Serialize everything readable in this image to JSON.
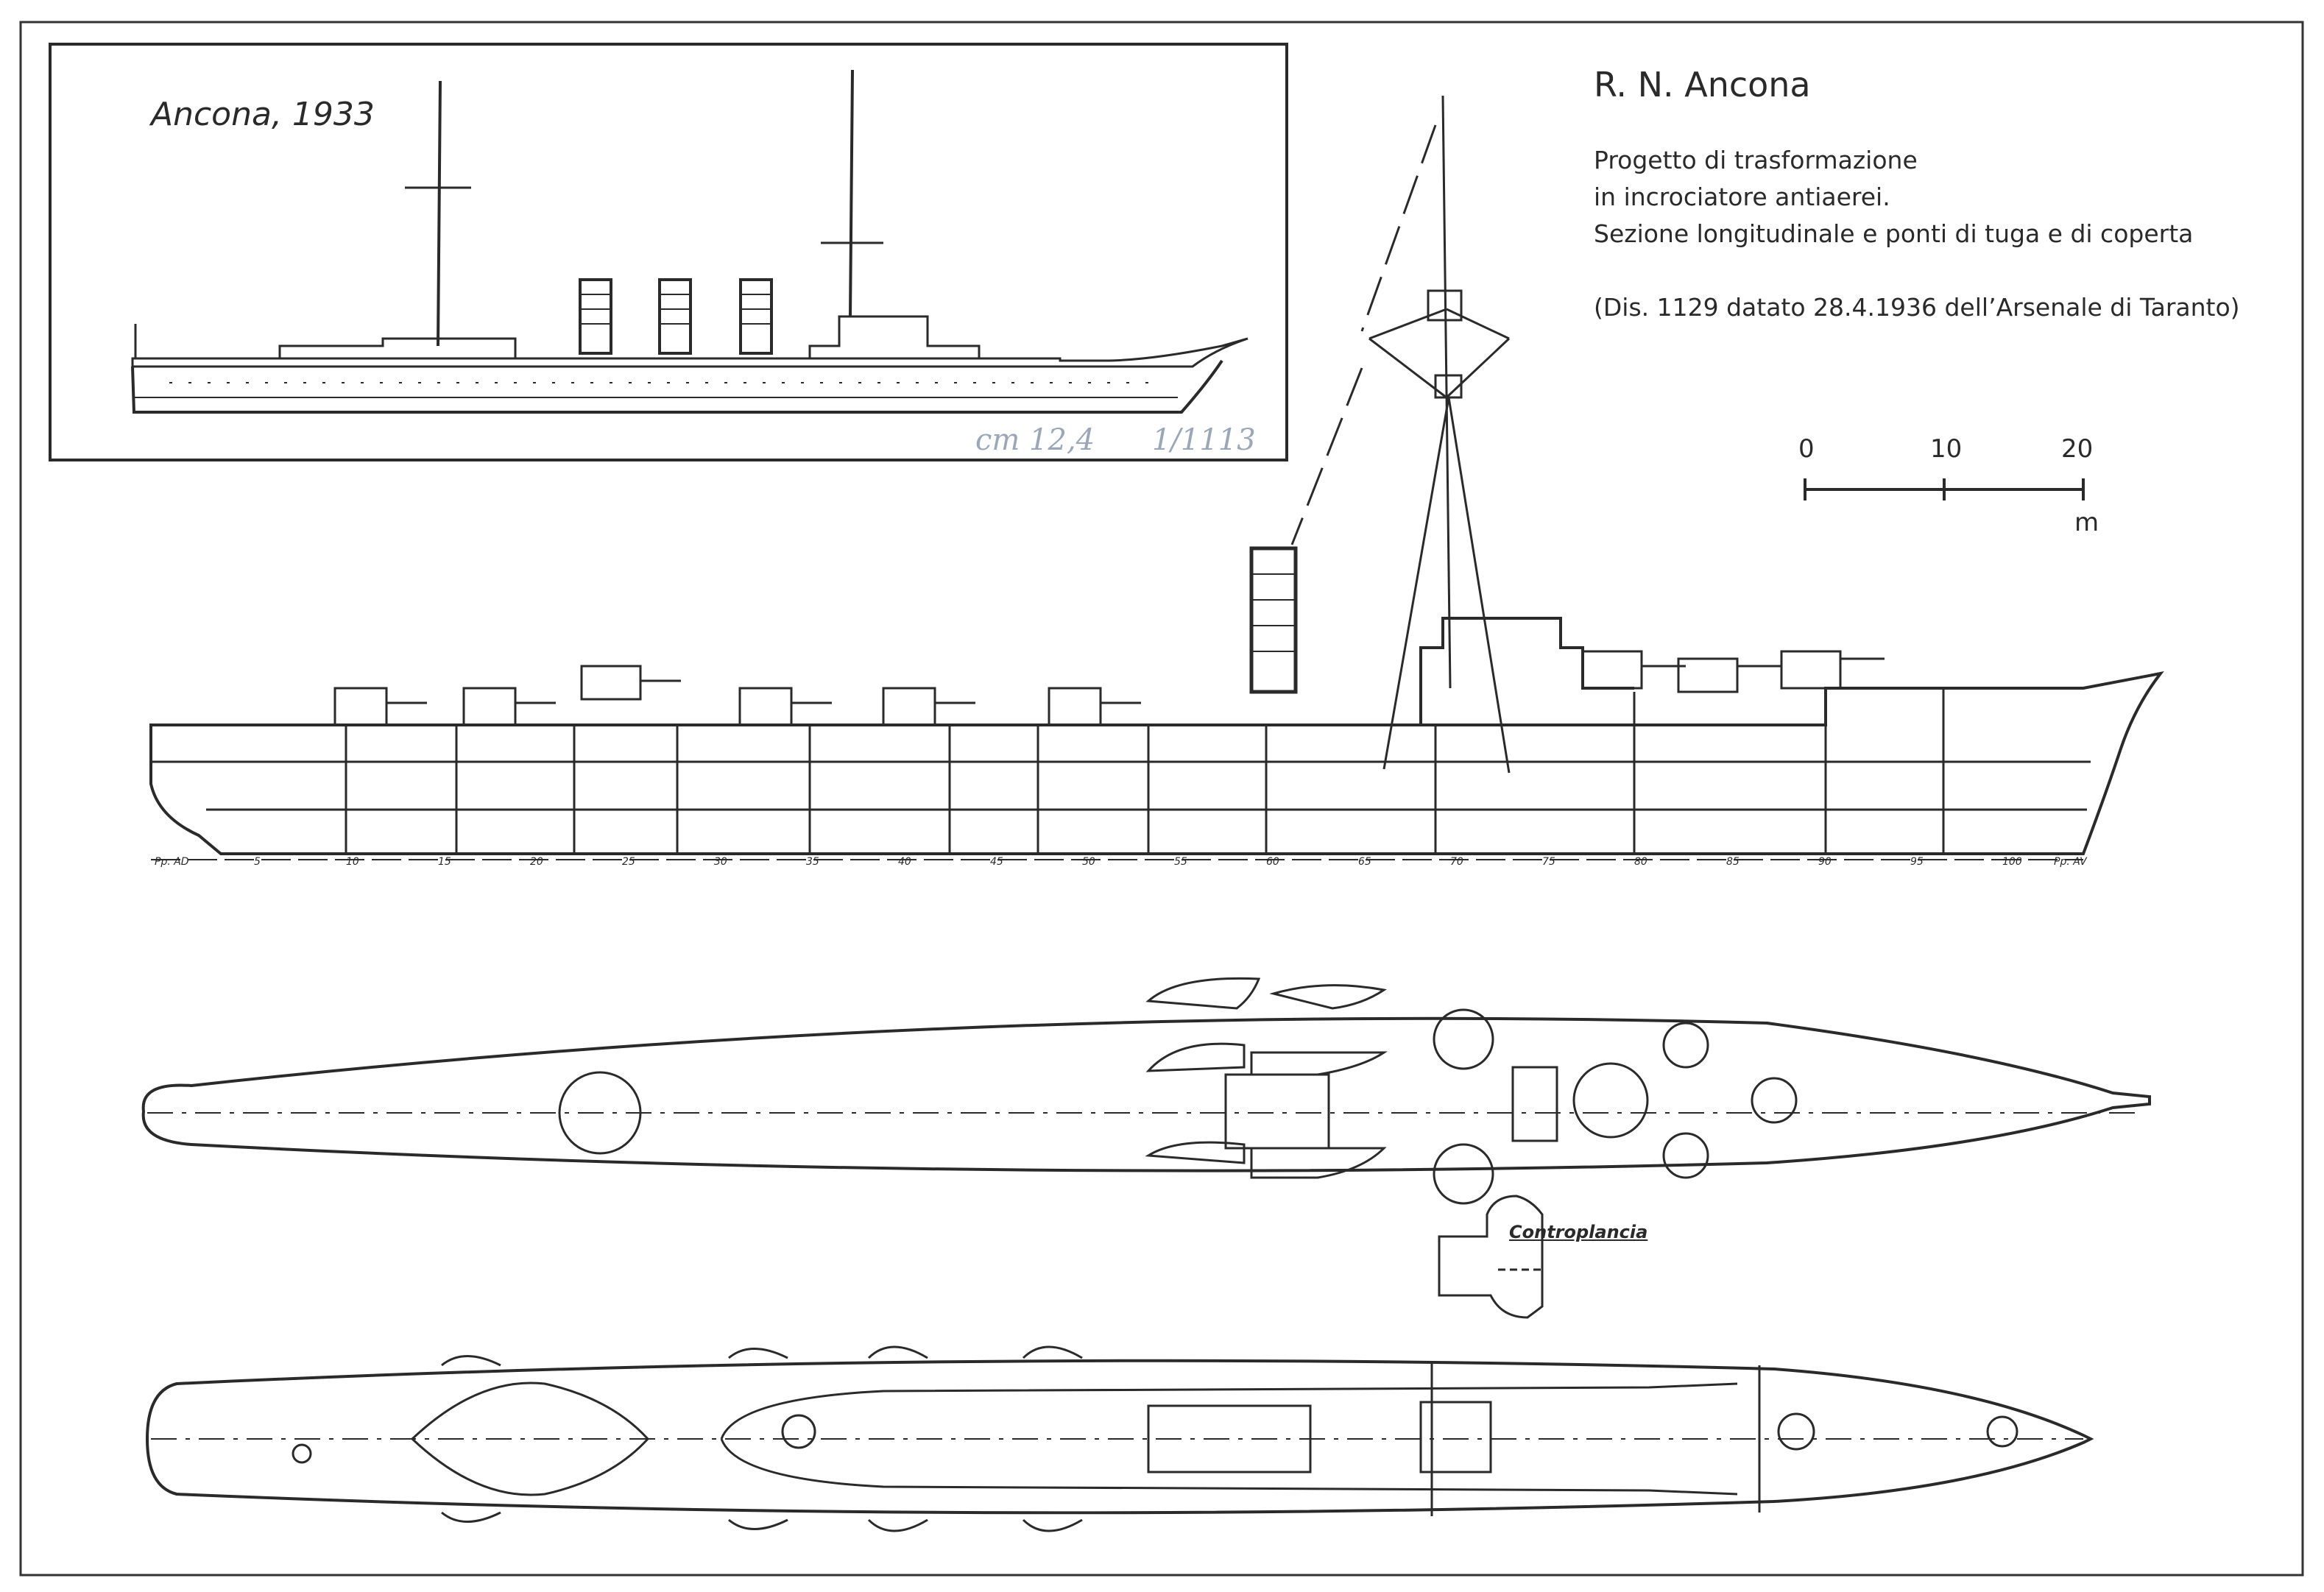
{
  "inset": {
    "caption": "Ancona, 1933",
    "pencil_left": "cm 12,4",
    "pencil_right": "1/1113"
  },
  "header": {
    "title": "R. N. Ancona",
    "lines": [
      "Progetto di trasformazione",
      "in incrociatore antiaerei.",
      "Sezione longitudinale e ponti di tuga e di coperta"
    ],
    "reference": "(Dis. 1129 datato 28.4.1936 dell’Arsenale di Taranto)"
  },
  "scale": {
    "ticks": [
      "0",
      "10",
      "20"
    ],
    "unit": "m"
  },
  "frames": {
    "aft_marker": "Pp. AD",
    "fwd_marker": "Pp. AV",
    "numbers": [
      "5",
      "10",
      "15",
      "20",
      "25",
      "30",
      "35",
      "40",
      "45",
      "50",
      "55",
      "60",
      "65",
      "70",
      "75",
      "80",
      "85",
      "90",
      "95",
      "100"
    ]
  },
  "plan": {
    "controplancia_label": "Controplancia"
  },
  "colors": {
    "ink": "#2a2a2a",
    "paper": "#ffffff",
    "pencil": "#9aa7b8"
  }
}
